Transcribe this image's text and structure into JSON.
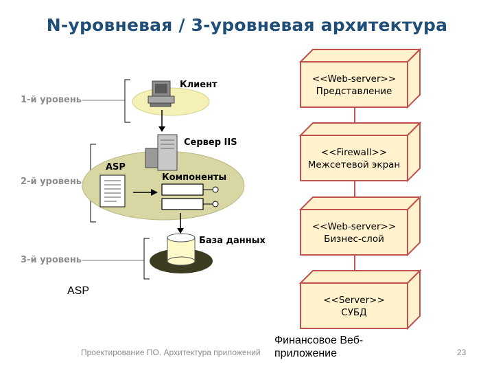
{
  "title": "N-уровневая / 3-уровневая архитектура",
  "left_diagram": {
    "levels": [
      "1-й уровень",
      "2-й уровень",
      "3-й уровень"
    ],
    "client_label": "Клиент",
    "server_label": "Сервер IIS",
    "asp_label": "ASP",
    "components_label": "Компоненты",
    "database_label": "База данных",
    "caption": "ASP"
  },
  "right_diagram": {
    "boxes": [
      {
        "stereotype": "<<Web-server>>",
        "name": "Представление"
      },
      {
        "stereotype": "<<Firewall>>",
        "name": "Межсетевой экран"
      },
      {
        "stereotype": "<<Web-server>>",
        "name": "Бизнес-слой"
      },
      {
        "stereotype": "<<Server>>",
        "name": "СУБД"
      }
    ],
    "caption_line1": "Финансовое Веб-",
    "caption_line2": "приложение",
    "box_fill": "#fff2cc",
    "box_border": "#c0504d"
  },
  "footer": {
    "course": "Проектирование ПО. Архитектура приложений",
    "page": "23"
  }
}
